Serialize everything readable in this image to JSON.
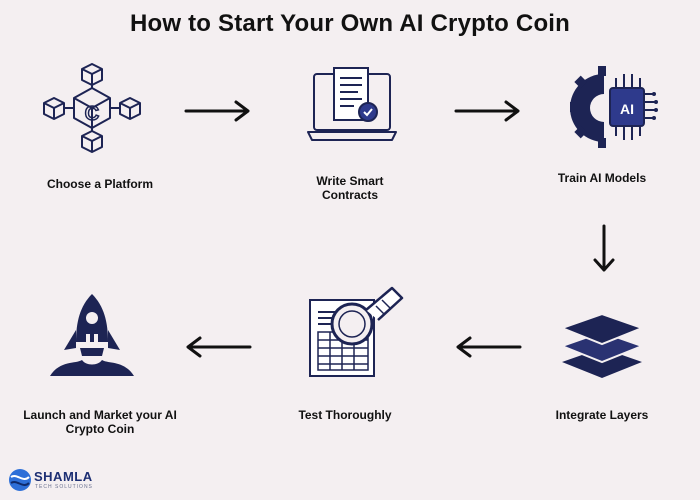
{
  "title": "How to Start Your Own AI Crypto Coin",
  "steps": [
    {
      "label": "Choose a Platform",
      "icon": "blockchain-coin-icon"
    },
    {
      "label": "Write Smart Contracts",
      "icon": "laptop-contract-icon"
    },
    {
      "label": "Train AI Models",
      "icon": "ai-gear-chip-icon"
    },
    {
      "label": "Integrate Layers",
      "icon": "layers-icon"
    },
    {
      "label": "Test Thoroughly",
      "icon": "magnifier-report-icon"
    },
    {
      "label": "Launch and Market your AI Crypto Coin",
      "icon": "rocket-icon"
    }
  ],
  "ai_chip_text": "AI",
  "logo": {
    "name": "SHAMLA",
    "tagline": "TECH SOLUTIONS"
  },
  "colors": {
    "icon_dark": "#1d2454",
    "icon_accent": "#2e3a8c",
    "background": "#f4eff1",
    "arrow": "#111111"
  }
}
